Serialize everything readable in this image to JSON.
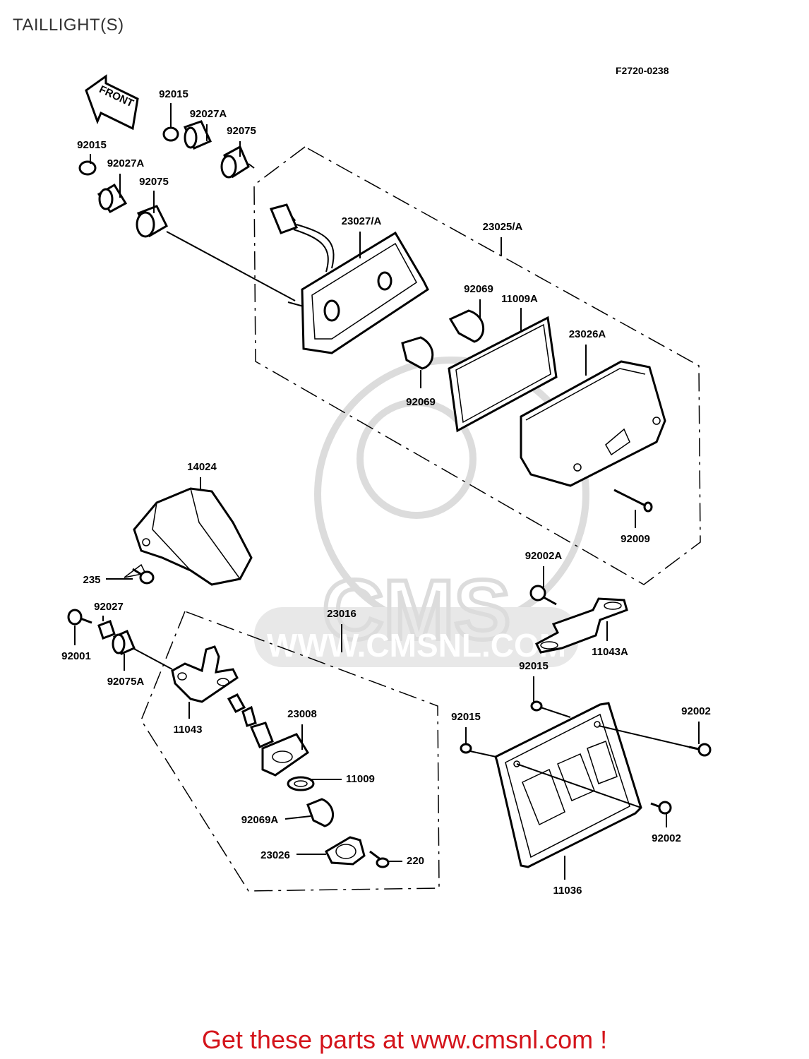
{
  "title": "TAILLIGHT(S)",
  "figure_code": "F2720-0238",
  "front_arrow_label": "FRONT",
  "watermark": {
    "brand": "CMS",
    "url": "WWW.CMSNL.COM"
  },
  "footer": "Get these parts at www.cmsnl.com !",
  "callouts": [
    "92015",
    "92027A",
    "92075",
    "92015",
    "92027A",
    "92075",
    "23027/A",
    "23025/A",
    "92069",
    "11009A",
    "23026A",
    "92069",
    "14024",
    "92009",
    "235",
    "92002A",
    "92027",
    "23016",
    "92001",
    "92075A",
    "11043A",
    "92015",
    "11043",
    "23008",
    "92015",
    "92002",
    "11009",
    "92069A",
    "92002",
    "23026",
    "220",
    "11036"
  ]
}
